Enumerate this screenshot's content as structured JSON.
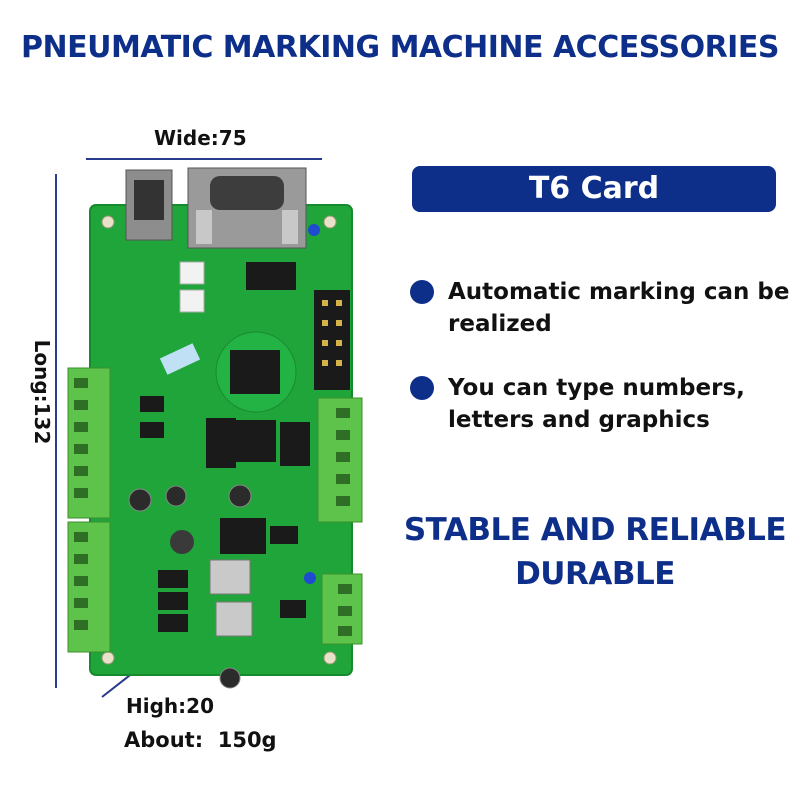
{
  "title": "PNEUMATIC MARKING MACHINE ACCESSORIES",
  "dimensions": {
    "wide": "Wide:75",
    "long": "Long:132",
    "high": "High:20",
    "weight": "About:  150g"
  },
  "product": {
    "card_name": "T6 Card",
    "features": [
      "Automatic marking can be realized",
      "You can type numbers, letters and graphics"
    ],
    "tagline_1": "STABLE AND RELIABLE",
    "tagline_2": "DURABLE"
  },
  "colors": {
    "brand_blue": "#0d2f8a",
    "pcb_green": "#1fa53a",
    "terminal_green": "#5ec34a"
  }
}
